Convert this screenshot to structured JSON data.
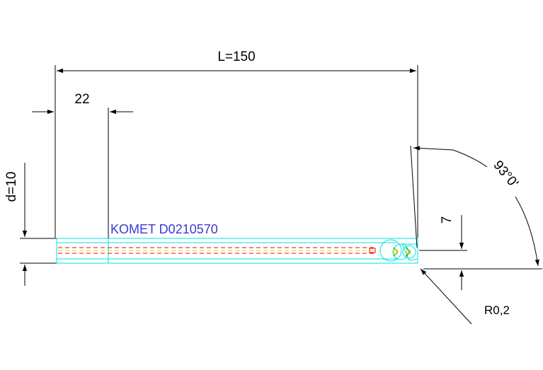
{
  "drawing": {
    "dimension_length": "L=150",
    "dimension_shank": "22",
    "dimension_diameter": "d=10",
    "dimension_height": "7",
    "dimension_angle": "93°0'",
    "dimension_radius": "R0,2",
    "tool_label": "KOMET D0210570"
  },
  "colors": {
    "dimension_lines": "#000000",
    "tool_outline": "#00e0e0",
    "centerline_red": "#ff0000",
    "centerline_yellow": "#e8d800",
    "label_blue": "#3a3ad8",
    "insert_green": "#00b000"
  }
}
